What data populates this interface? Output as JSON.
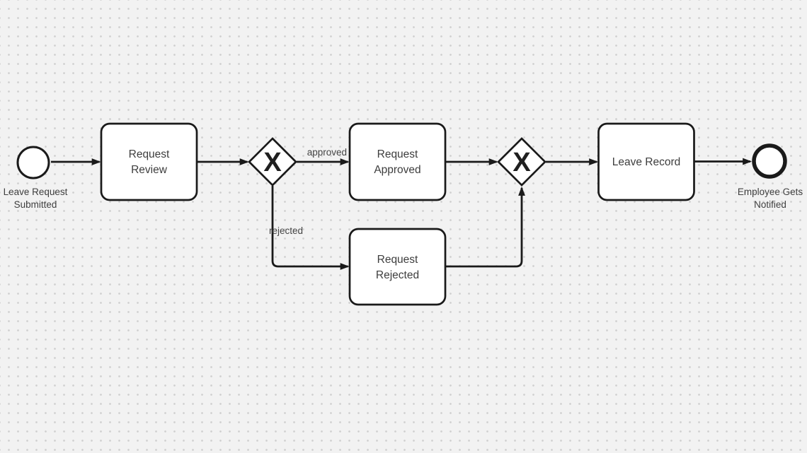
{
  "canvas": {
    "background": "#f2f2f2",
    "dot_color": "#cfcfcf"
  },
  "palette": {
    "stroke": "#1a1a1a",
    "node_fill": "#ffffff",
    "text": "#3d3d3d"
  },
  "diagram_type": "bpmn-process-flow",
  "nodes": {
    "start_event": {
      "type": "start-event",
      "label_lines": [
        "Leave Request",
        "Submitted"
      ]
    },
    "request_review": {
      "type": "task",
      "label_lines": [
        "Request",
        "Review"
      ]
    },
    "gateway_split": {
      "type": "exclusive-gateway",
      "symbol": "X"
    },
    "request_approved": {
      "type": "task",
      "label_lines": [
        "Request",
        "Approved"
      ]
    },
    "request_rejected": {
      "type": "task",
      "label_lines": [
        "Request",
        "Rejected"
      ]
    },
    "gateway_merge": {
      "type": "exclusive-gateway",
      "symbol": "X"
    },
    "leave_record": {
      "type": "task",
      "label_lines": [
        "Leave Record"
      ]
    },
    "end_event": {
      "type": "end-event",
      "label_lines": [
        "Employee Gets",
        "Notified"
      ]
    }
  },
  "edges": [
    {
      "from": "start_event",
      "to": "request_review",
      "label": ""
    },
    {
      "from": "request_review",
      "to": "gateway_split",
      "label": ""
    },
    {
      "from": "gateway_split",
      "to": "request_approved",
      "label": "approved"
    },
    {
      "from": "gateway_split",
      "to": "request_rejected",
      "label": "rejected"
    },
    {
      "from": "request_approved",
      "to": "gateway_merge",
      "label": ""
    },
    {
      "from": "request_rejected",
      "to": "gateway_merge",
      "label": ""
    },
    {
      "from": "gateway_merge",
      "to": "leave_record",
      "label": ""
    },
    {
      "from": "leave_record",
      "to": "end_event",
      "label": ""
    }
  ]
}
